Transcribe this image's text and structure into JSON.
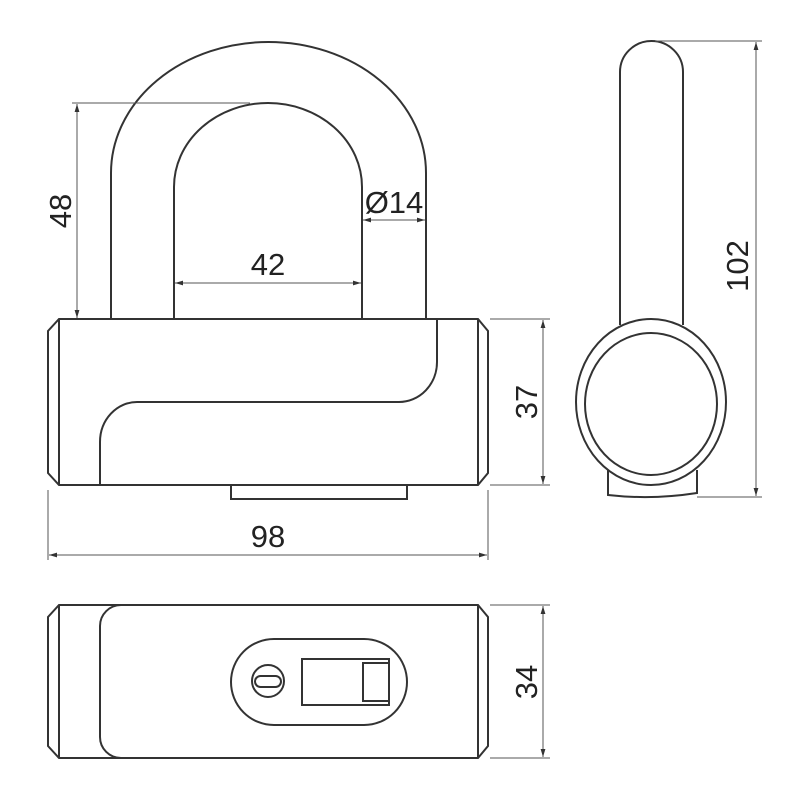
{
  "drawing": {
    "front_view": {
      "dimensions": {
        "shackle_height": "48",
        "shackle_inner_width": "42",
        "shackle_diameter": "Ø14",
        "body_height": "37",
        "body_width": "98"
      }
    },
    "side_view": {
      "dimensions": {
        "total_height": "102"
      }
    },
    "bottom_view": {
      "dimensions": {
        "body_depth": "34"
      }
    },
    "colors": {
      "line": "#333333",
      "dimension": "#555555",
      "background": "#ffffff"
    }
  }
}
